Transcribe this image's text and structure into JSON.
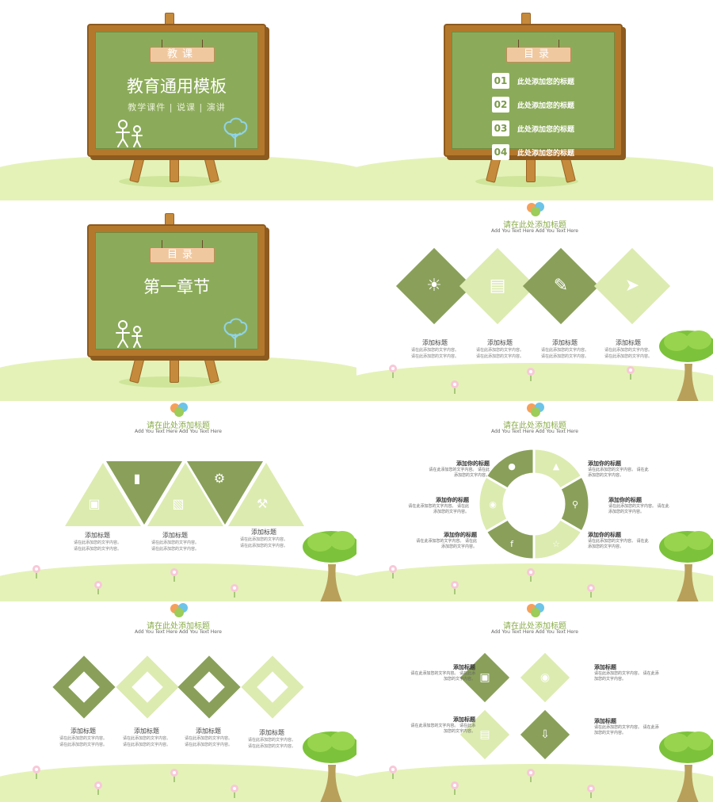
{
  "slide1": {
    "sign": "教课",
    "title": "教育通用模板",
    "subtitle": "教学课件 | 说课 | 演讲"
  },
  "slide2": {
    "sign": "目录",
    "items": [
      {
        "num": "01",
        "text": "此处添加您的标题"
      },
      {
        "num": "02",
        "text": "此处添加您的标题"
      },
      {
        "num": "03",
        "text": "此处添加您的标题"
      },
      {
        "num": "04",
        "text": "此处添加您的标题"
      }
    ]
  },
  "slide3": {
    "sign": "目录",
    "title": "第一章节"
  },
  "header": {
    "title": "请在此处添加标题",
    "subtitle": "Add You Text Here Add You Text Here"
  },
  "slide4": {
    "items": [
      {
        "title": "添加标题",
        "desc1": "请在此添加您的文字内容。",
        "desc2": "请在此添加您的文字内容。",
        "icon": "lightbulb-icon"
      },
      {
        "title": "添加标题",
        "desc1": "请在此添加您的文字内容。",
        "desc2": "请在此添加您的文字内容。",
        "icon": "chart-icon"
      },
      {
        "title": "添加标题",
        "desc1": "请在此添加您的文字内容。",
        "desc2": "请在此添加您的文字内容。",
        "icon": "pencils-icon"
      },
      {
        "title": "添加标题",
        "desc1": "请在此添加您的文字内容。",
        "desc2": "请在此添加您的文字内容。",
        "icon": "pin-icon"
      }
    ]
  },
  "slide5": {
    "items": [
      {
        "title": "添加标题",
        "desc1": "请在此添加您的文字内容。",
        "desc2": "请在此添加您的文字内容。"
      },
      {
        "title": "添加标题",
        "desc1": "请在此添加您的文字内容。",
        "desc2": "请在此添加您的文字内容。"
      },
      {
        "title": "添加标题",
        "desc1": "请在此添加您的文字内容。",
        "desc2": "请在此添加您的文字内容。"
      }
    ]
  },
  "slide6": {
    "items": [
      {
        "title": "添加你的标题",
        "desc1": "请在此添加您的文字内容。 请在此",
        "desc2": "添加您的文字内容。"
      },
      {
        "title": "添加你的标题",
        "desc1": "请在此添加您的文字内容。 请在此",
        "desc2": "添加您的文字内容。"
      },
      {
        "title": "添加你的标题",
        "desc1": "请在此添加您的文字内容。 请在此",
        "desc2": "添加您的文字内容。"
      },
      {
        "title": "添加你的标题",
        "desc1": "请在此添加您的文字内容。 请在此",
        "desc2": "添加您的文字内容。"
      },
      {
        "title": "添加你的标题",
        "desc1": "请在此添加您的文字内容。 请在此",
        "desc2": "添加您的文字内容。"
      },
      {
        "title": "添加你的标题",
        "desc1": "请在此添加您的文字内容。 请在此",
        "desc2": "添加您的文字内容。"
      }
    ]
  },
  "slide7": {
    "items": [
      {
        "title": "添加标题",
        "desc1": "请在此添加您的文字内容。",
        "desc2": "请在此添加您的文字内容。"
      },
      {
        "title": "添加标题",
        "desc1": "请在此添加您的文字内容。",
        "desc2": "请在此添加您的文字内容。"
      },
      {
        "title": "添加标题",
        "desc1": "请在此添加您的文字内容。",
        "desc2": "请在此添加您的文字内容。"
      },
      {
        "title": "添加标题",
        "desc1": "请在此添加您的文字内容。",
        "desc2": "请在此添加您的文字内容。"
      }
    ]
  },
  "slide8": {
    "items": [
      {
        "title": "添加标题",
        "desc1": "请在此添加您的文字内容。 请在此添",
        "desc2": "加您的文字内容。"
      },
      {
        "title": "添加标题",
        "desc1": "请在此添加您的文字内容。 请在此添",
        "desc2": "加您的文字内容。"
      },
      {
        "title": "添加标题",
        "desc1": "请在此添加您的文字内容。 请在此添",
        "desc2": "加您的文字内容。"
      },
      {
        "title": "添加标题",
        "desc1": "请在此添加您的文字内容。 请在此添",
        "desc2": "加您的文字内容。"
      }
    ]
  },
  "colors": {
    "dark_green": "#8aa05a",
    "light_green": "#dcebb0",
    "board_green": "#8cab5a",
    "wood": "#b4782c",
    "ground": "#e4f2b8"
  }
}
